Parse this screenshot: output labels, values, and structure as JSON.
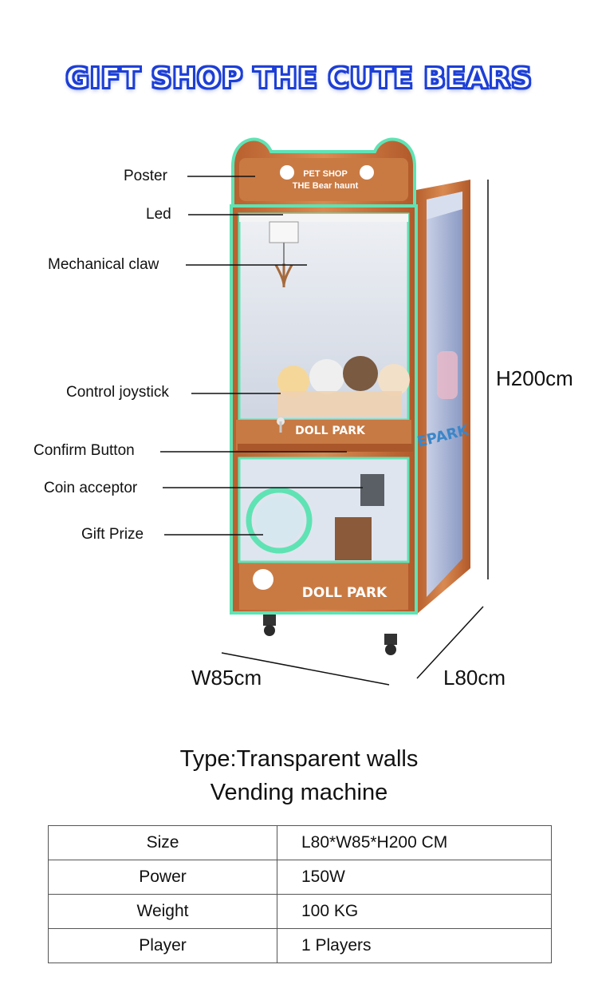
{
  "title": "GIFT SHOP THE CUTE BEARS",
  "poster": {
    "line1": "PET SHOP",
    "line2": "THE Bear haunt"
  },
  "panel_text": "DOLL PARK",
  "brand_mark": "EPARK",
  "callouts": [
    {
      "label": "Poster"
    },
    {
      "label": "Led"
    },
    {
      "label": "Mechanical claw"
    },
    {
      "label": "Control joystick"
    },
    {
      "label": "Confirm Button"
    },
    {
      "label": "Coin acceptor"
    },
    {
      "label": "Gift Prize"
    }
  ],
  "dimensions": {
    "height": "H200cm",
    "width": "W85cm",
    "length": "L80cm"
  },
  "type_lines": [
    "Type:Transparent walls",
    "Vending machine"
  ],
  "specs": [
    {
      "key": "Size",
      "value": "L80*W85*H200 CM"
    },
    {
      "key": "Power",
      "value": "150W"
    },
    {
      "key": "Weight",
      "value": "100 KG"
    },
    {
      "key": "Player",
      "value": "1 Players"
    }
  ],
  "colors": {
    "title_blue": "#1d3fd6",
    "cabinet_copper": "#c56f3a",
    "neon_green": "#5fe3b4"
  }
}
